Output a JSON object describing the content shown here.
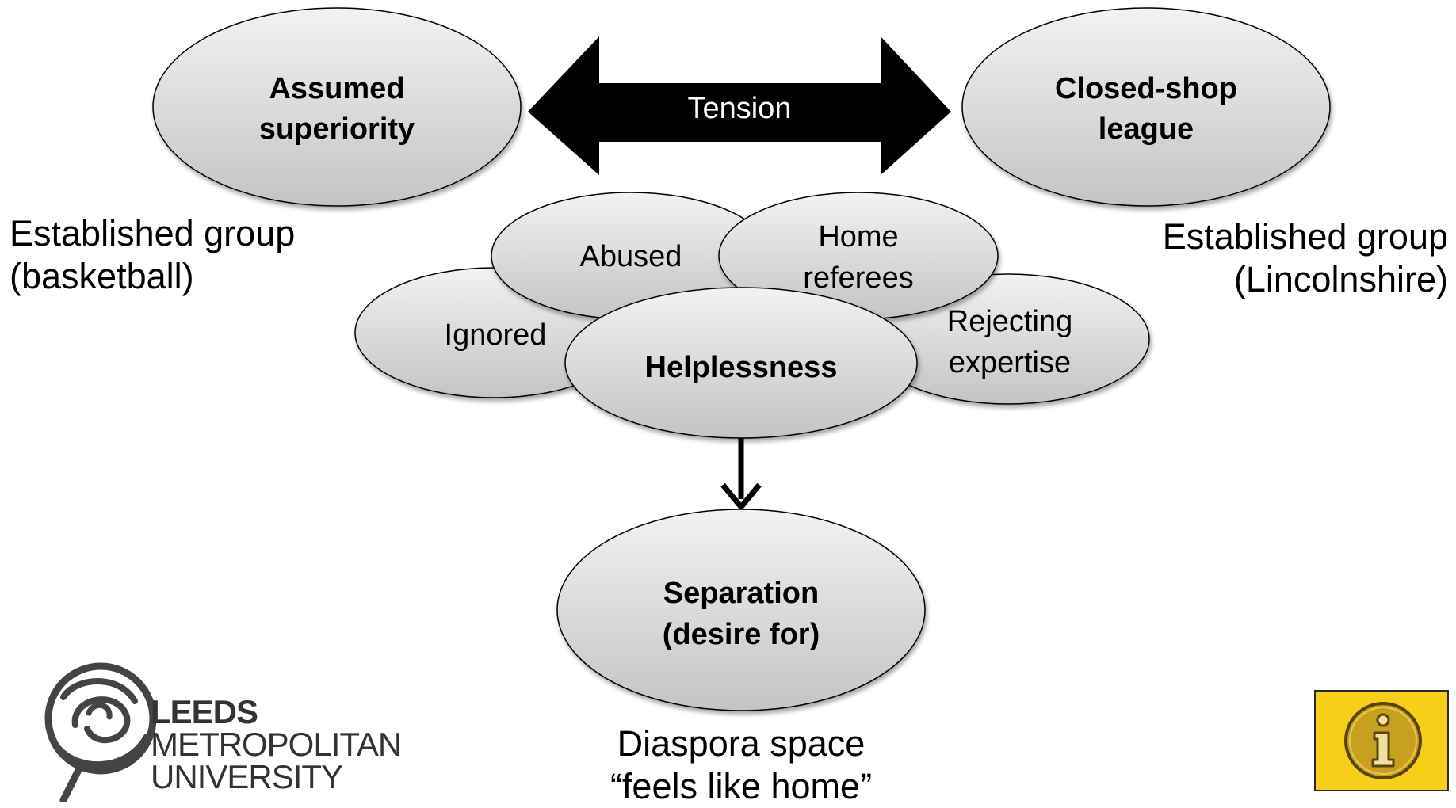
{
  "top": {
    "left_node": {
      "line1": "Assumed",
      "line2": "superiority"
    },
    "right_node": {
      "line1": "Closed-shop",
      "line2": "league"
    },
    "arrow_label": "Tension"
  },
  "captions": {
    "left": {
      "line1": "Established group",
      "line2": "(basketball)"
    },
    "right": {
      "line1": "Established group",
      "line2": "(Lincolnshire)"
    },
    "bottom": {
      "line1": "Diaspora space",
      "line2": "“feels like home”"
    }
  },
  "cluster": {
    "abused": "Abused",
    "home_referees": {
      "line1": "Home",
      "line2": "referees"
    },
    "ignored": "Ignored",
    "rejecting_expertise": {
      "line1": "Rejecting",
      "line2": "expertise"
    },
    "center": "Helplessness"
  },
  "bottom_node": {
    "line1": "Separation",
    "line2": "(desire for)"
  },
  "logo": {
    "line1": "LEEDS",
    "line2": "METROPOLITAN",
    "line3": "UNIVERSITY"
  },
  "icons": {
    "info": "info-icon",
    "logo_mark": "rose-logo-icon"
  },
  "colors": {
    "node_fill_top": "#f2f2f2",
    "node_fill_bottom": "#c4c4c4",
    "arrow": "#000000",
    "info_bg": "#f7cf1a",
    "info_circle": "#c8a020"
  }
}
